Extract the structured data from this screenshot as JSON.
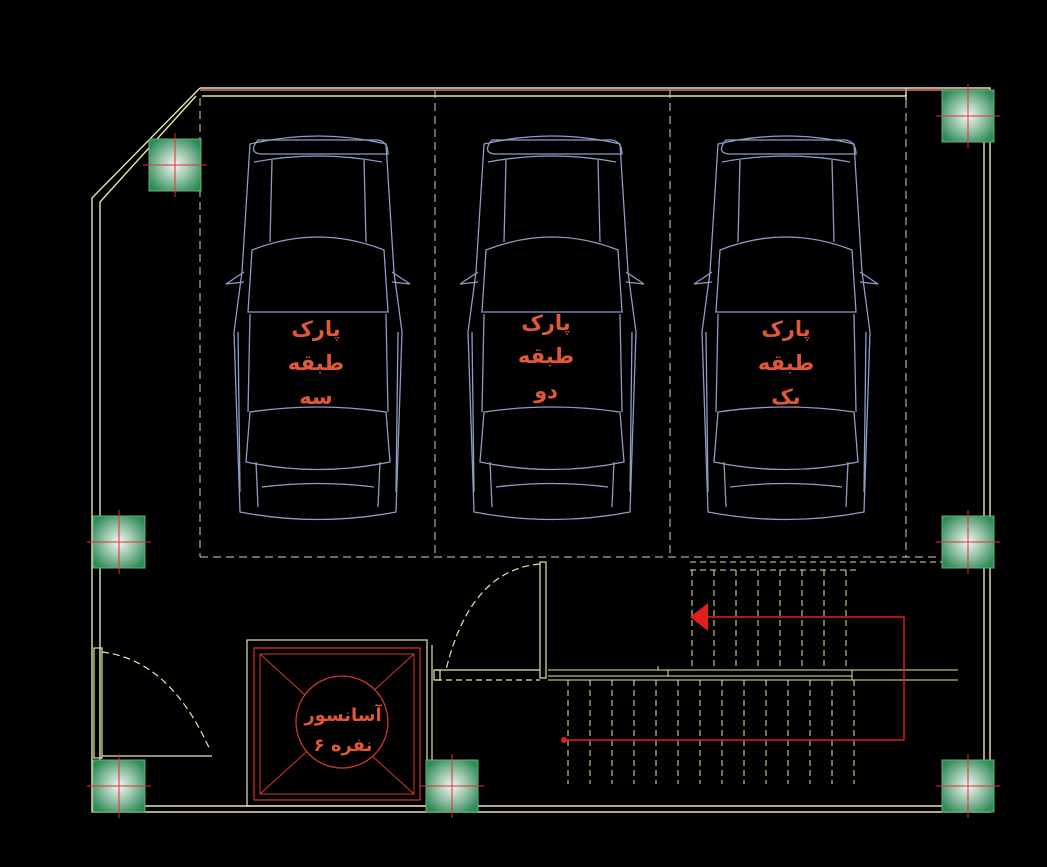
{
  "colors": {
    "background": "#000000",
    "wall": "#e8e6a8",
    "wall_red": "#d9746c",
    "dash": "#cfcfcf",
    "car": "#8e9cc6",
    "label": "#e2573a",
    "elevator": "#d23a2a",
    "stair_arrow": "#e41e1e",
    "column_fill": "#2e8b57",
    "column_mark": "#e03030"
  },
  "parking": [
    {
      "line1": "پارک",
      "line2": "طبقه",
      "line3": "سه"
    },
    {
      "line1": "پارک",
      "line2": "طبقه",
      "line3": "دو"
    },
    {
      "line1": "پارک",
      "line2": "طبقه",
      "line3": "یک"
    }
  ],
  "elevator": {
    "line1": "آسانسور",
    "line2": "۶ نفره"
  },
  "icons": {
    "column": "column-icon",
    "car": "car-icon",
    "arrow": "stair-arrow-icon"
  }
}
